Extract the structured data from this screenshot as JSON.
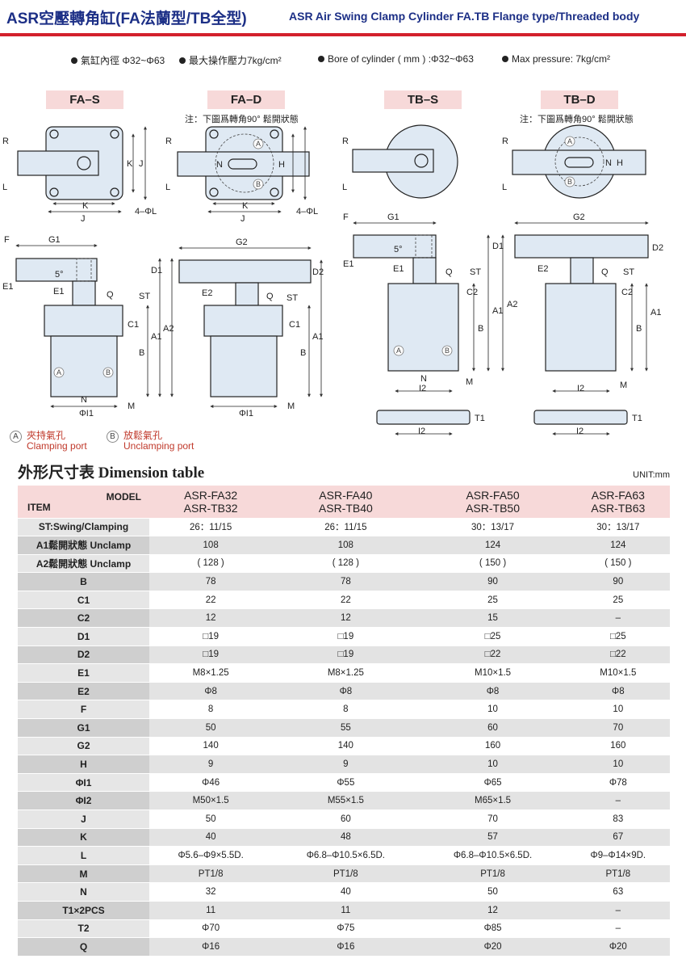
{
  "header": {
    "title_cn": "ASR空壓轉角缸(FA法蘭型/TB全型)",
    "title_en": "ASR Air Swing Clamp Cylinder FA.TB Flange type/Threaded body",
    "accent": "#1c2f86",
    "rule_color": "#d3202c"
  },
  "specs": [
    "氣缸內徑 Φ32~Φ63",
    "最大操作壓力7kg/cm²",
    "Bore of cylinder ( mm ) :Φ32~Φ63",
    "Max pressure: 7kg/cm²"
  ],
  "views": {
    "fa_s": "FA–S",
    "fa_d": "FA–D",
    "tb_s": "TB–S",
    "tb_d": "TB–D",
    "note": "注：下圖爲轉角90° 鬆開狀態"
  },
  "dims": {
    "R": "R",
    "L": "L",
    "K": "K",
    "J": "J",
    "N": "N",
    "H": "H",
    "phiL": "4–ΦL",
    "F": "F",
    "G1": "G1",
    "G2": "G2",
    "E1": "E1",
    "E2": "E2",
    "deg": "5°",
    "Q": "Q",
    "ST": "ST",
    "C1": "C1",
    "C2": "C2",
    "B": "B",
    "A1": "A1",
    "A2": "A2",
    "D1": "D1",
    "D2": "D2",
    "M": "M",
    "I1": "ΦI1",
    "I2": "I2",
    "T1": "T1",
    "T2": "T2",
    "A": "A",
    "Bp": "B"
  },
  "ports": {
    "a_mark": "A",
    "a_cn": "夾持氣孔",
    "a_en": "Clamping port",
    "b_mark": "B",
    "b_cn": "放鬆氣孔",
    "b_en": "Unclamping port"
  },
  "table": {
    "title": "外形尺寸表  Dimension table",
    "unit": "UNIT:mm",
    "model_label": "MODEL",
    "item_label": "ITEM",
    "models": [
      [
        "ASR-FA32",
        "ASR-TB32"
      ],
      [
        "ASR-FA40",
        "ASR-TB40"
      ],
      [
        "ASR-FA50",
        "ASR-TB50"
      ],
      [
        "ASR-FA63",
        "ASR-TB63"
      ]
    ],
    "rows": [
      {
        "item": "ST:Swing/Clamping",
        "values": [
          "26：11/15",
          "26：11/15",
          "30：13/17",
          "30：13/17"
        ]
      },
      {
        "item": "A1鬆開狀態 Unclamp",
        "values": [
          "108",
          "108",
          "124",
          "124"
        ]
      },
      {
        "item": "A2鬆開狀態 Unclamp",
        "values": [
          "( 128 )",
          "( 128 )",
          "( 150 )",
          "( 150 )"
        ]
      },
      {
        "item": "B",
        "values": [
          "78",
          "78",
          "90",
          "90"
        ]
      },
      {
        "item": "C1",
        "values": [
          "22",
          "22",
          "25",
          "25"
        ]
      },
      {
        "item": "C2",
        "values": [
          "12",
          "12",
          "15",
          "–"
        ]
      },
      {
        "item": "D1",
        "values": [
          "□19",
          "□19",
          "□25",
          "□25"
        ]
      },
      {
        "item": "D2",
        "values": [
          "□19",
          "□19",
          "□22",
          "□22"
        ]
      },
      {
        "item": "E1",
        "values": [
          "M8×1.25",
          "M8×1.25",
          "M10×1.5",
          "M10×1.5"
        ]
      },
      {
        "item": "E2",
        "values": [
          "Φ8",
          "Φ8",
          "Φ8",
          "Φ8"
        ]
      },
      {
        "item": "F",
        "values": [
          "8",
          "8",
          "10",
          "10"
        ]
      },
      {
        "item": "G1",
        "values": [
          "50",
          "55",
          "60",
          "70"
        ]
      },
      {
        "item": "G2",
        "values": [
          "140",
          "140",
          "160",
          "160"
        ]
      },
      {
        "item": "H",
        "values": [
          "9",
          "9",
          "10",
          "10"
        ]
      },
      {
        "item": "ΦI1",
        "values": [
          "Φ46",
          "Φ55",
          "Φ65",
          "Φ78"
        ]
      },
      {
        "item": "ΦI2",
        "values": [
          "M50×1.5",
          "M55×1.5",
          "M65×1.5",
          "–"
        ]
      },
      {
        "item": "J",
        "values": [
          "50",
          "60",
          "70",
          "83"
        ]
      },
      {
        "item": "K",
        "values": [
          "40",
          "48",
          "57",
          "67"
        ]
      },
      {
        "item": "L",
        "values": [
          "Φ5.6–Φ9×5.5D.",
          "Φ6.8–Φ10.5×6.5D.",
          "Φ6.8–Φ10.5×6.5D.",
          "Φ9–Φ14×9D."
        ]
      },
      {
        "item": "M",
        "values": [
          "PT1/8",
          "PT1/8",
          "PT1/8",
          "PT1/8"
        ]
      },
      {
        "item": "N",
        "values": [
          "32",
          "40",
          "50",
          "63"
        ]
      },
      {
        "item": "T1×2PCS",
        "values": [
          "11",
          "11",
          "12",
          "–"
        ]
      },
      {
        "item": "T2",
        "values": [
          "Φ70",
          "Φ75",
          "Φ85",
          "–"
        ]
      },
      {
        "item": "Q",
        "values": [
          "Φ16",
          "Φ16",
          "Φ20",
          "Φ20"
        ]
      }
    ]
  }
}
